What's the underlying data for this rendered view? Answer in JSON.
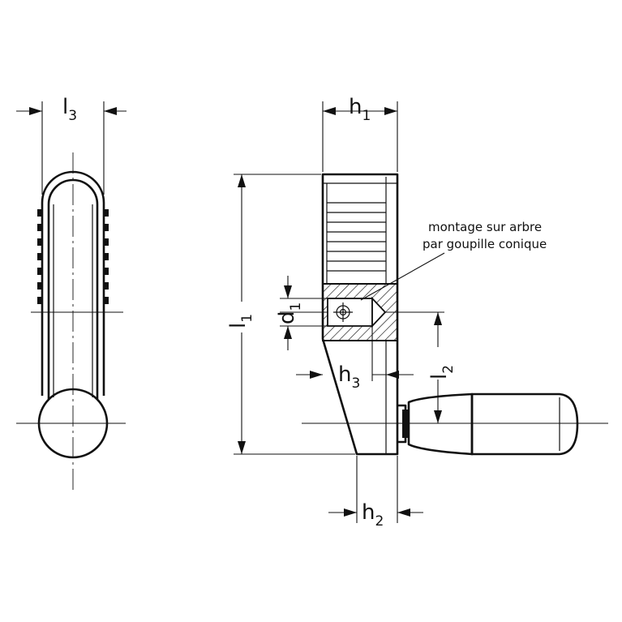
{
  "labels": {
    "l3": {
      "main": "l",
      "sub": "3"
    },
    "h1": {
      "main": "h",
      "sub": "1"
    },
    "l1": {
      "main": "l",
      "sub": "1"
    },
    "d1": {
      "main": "d",
      "sub": "1"
    },
    "h3": {
      "main": "h",
      "sub": "3"
    },
    "l2": {
      "main": "l",
      "sub": "2"
    },
    "h2": {
      "main": "h",
      "sub": "2"
    }
  },
  "annotation": {
    "line1": "montage sur arbre",
    "line2": "par goupille conique"
  },
  "colors": {
    "ink": "#111111",
    "background": "#ffffff"
  }
}
